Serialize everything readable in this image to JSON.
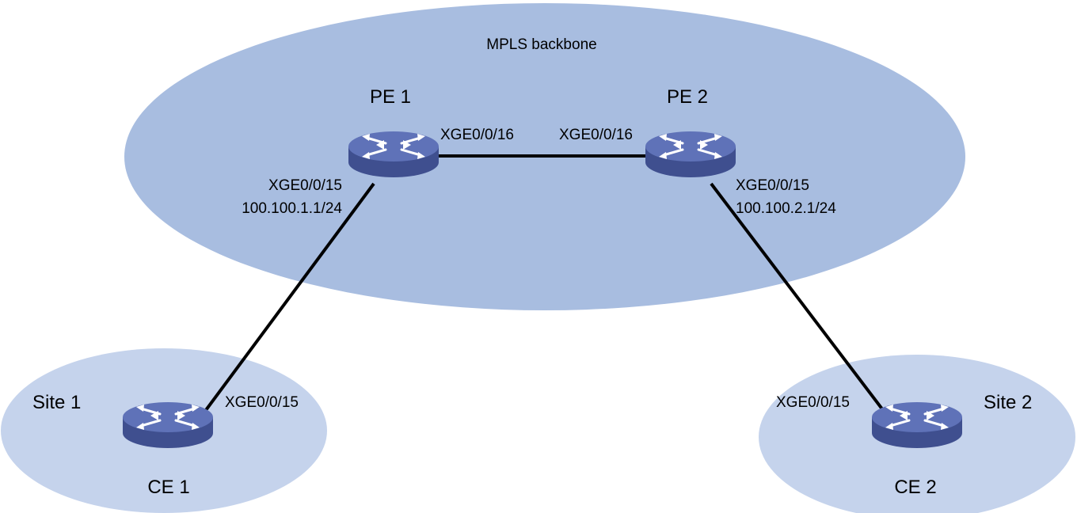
{
  "diagram": {
    "backbone_label": "MPLS backbone",
    "site1_label": "Site 1",
    "site2_label": "Site 2",
    "colors": {
      "backbone_fill": "#a8bde0",
      "site_fill": "#c5d3ec",
      "router_top": "#5f72b8",
      "router_side": "#3f4f8f",
      "link": "#000000"
    },
    "devices": {
      "pe1": {
        "name": "PE 1",
        "icon": "router-icon"
      },
      "pe2": {
        "name": "PE 2",
        "icon": "router-icon"
      },
      "ce1": {
        "name": "CE 1",
        "icon": "router-icon"
      },
      "ce2": {
        "name": "CE 2",
        "icon": "router-icon"
      }
    },
    "interfaces": {
      "pe1_to_pe2": "XGE0/0/16",
      "pe2_to_pe1": "XGE0/0/16",
      "pe1_to_ce1": "XGE0/0/15",
      "pe1_to_ce1_ip": "100.100.1.1/24",
      "pe2_to_ce2": "XGE0/0/15",
      "pe2_to_ce2_ip": "100.100.2.1/24",
      "ce1_to_pe1": "XGE0/0/15",
      "ce2_to_pe2": "XGE0/0/15"
    }
  }
}
